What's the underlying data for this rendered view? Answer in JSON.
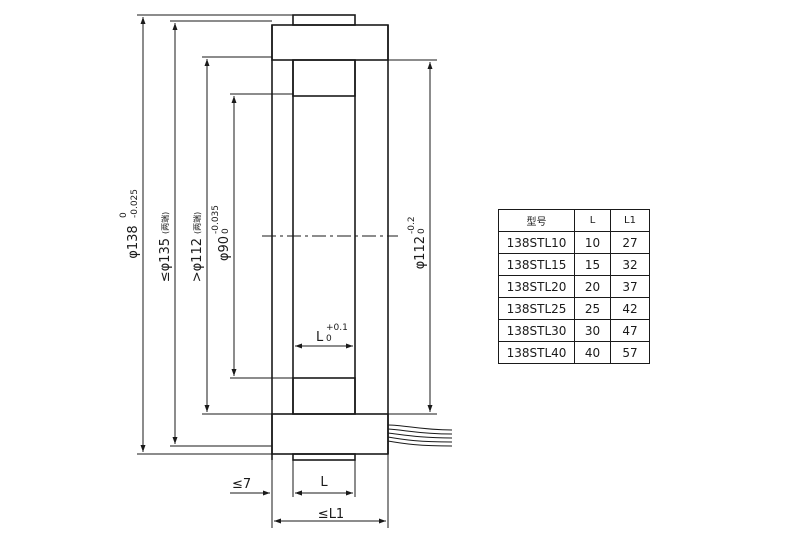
{
  "drawing": {
    "dims": {
      "d138": "φ138",
      "d138_tol_upper": "0",
      "d138_tol_lower": "-0.025",
      "d135": "≤φ135",
      "d135_note": "(两端)",
      "d112_outer": ">φ112",
      "d112_outer_note": "(两端)",
      "d90": "φ90",
      "d90_tol_upper": "-0.035",
      "d90_tol_lower": "0",
      "d112_right": "φ112",
      "d112_right_tol_upper": "-0.2",
      "d112_right_tol_lower": "0",
      "L_inner": "L",
      "L_inner_tol_upper": "+0.1",
      "L_inner_tol_lower": "0",
      "le7": "≤7",
      "L_bottom": "L",
      "le_L1": "≤L1"
    }
  },
  "table": {
    "headers": [
      "型号",
      "L",
      "L1"
    ],
    "rows": [
      [
        "138STL10",
        "10",
        "27"
      ],
      [
        "138STL15",
        "15",
        "32"
      ],
      [
        "138STL20",
        "20",
        "37"
      ],
      [
        "138STL25",
        "25",
        "42"
      ],
      [
        "138STL30",
        "30",
        "47"
      ],
      [
        "138STL40",
        "40",
        "57"
      ]
    ]
  }
}
